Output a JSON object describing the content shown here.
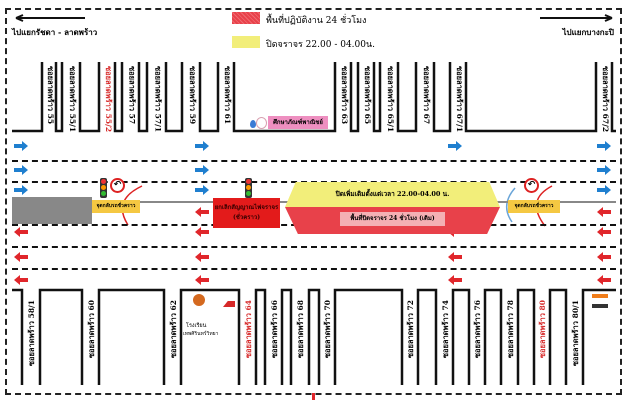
{
  "legend": [
    {
      "label": "พื้นที่ปฏิบัติงาน 24 ชั่วโมง",
      "color": "#e8414a"
    },
    {
      "label": "ปิดจราจร 22.00 - 04.00น.",
      "color": "#f2ee7a"
    }
  ],
  "directions": {
    "left": "ไปแยกรัชดา - ลาดพร้าว",
    "right": "ไปแยกบางกะปิ"
  },
  "top_sois": [
    {
      "label": "ซอยลาดพร้าว 55",
      "red": false
    },
    {
      "label": "ซอยลาดพร้าว 55/1",
      "red": false
    },
    {
      "label": "ซอยลาดพร้าว 55/2",
      "red": true
    },
    {
      "label": "ซอยลาดพร้าว 57",
      "red": false
    },
    {
      "label": "ซอยลาดพร้าว 57/1",
      "red": false
    },
    {
      "label": "ซอยลาดพร้าว 59",
      "red": false
    },
    {
      "label": "ซอยลาดพร้าว 61",
      "red": false
    },
    {
      "label": "ซอยลาดพร้าว 63",
      "red": false
    },
    {
      "label": "ซอยลาดพร้าว 65",
      "red": false
    },
    {
      "label": "ซอยลาดพร้าว 65/1",
      "red": false
    },
    {
      "label": "ซอยลาดพร้าว 67",
      "red": false
    },
    {
      "label": "ซอยลาดพร้าว 67/1",
      "red": false
    },
    {
      "label": "ซอยลาดพร้าว 67/2",
      "red": false
    }
  ],
  "bottom_sois": [
    {
      "label": "ซอยลาดพร้าว 58/1",
      "red": false
    },
    {
      "label": "ซอยลาดพร้าว 60",
      "red": false
    },
    {
      "label": "ซอยลาดพร้าว 62",
      "red": false
    },
    {
      "label": "ซอยลาดพร้าว 64",
      "red": true
    },
    {
      "label": "ซอยลาดพร้าว 66",
      "red": false
    },
    {
      "label": "ซอยลาดพร้าว 68",
      "red": false
    },
    {
      "label": "ซอยลาดพร้าว 70",
      "red": false
    },
    {
      "label": "ซอยลาดพร้าว 72",
      "red": false
    },
    {
      "label": "ซอยลาดพร้าว 74",
      "red": false
    },
    {
      "label": "ซอยลาดพร้าว 76",
      "red": false
    },
    {
      "label": "ซอยลาดพร้าว 78",
      "red": false
    },
    {
      "label": "ซอยลาดพร้าว 80",
      "red": true
    },
    {
      "label": "ซอยลาดพร้าว 80/1",
      "red": false
    }
  ],
  "landmarks": {
    "shop": "ศึกษาภัณฑ์พาณิชย์",
    "school_line1": "โรงเรียน",
    "school_line2": "เทพศิรินทร์วิทยา"
  },
  "road": {
    "uturn_left": "จุดกลับรถชั่วคราว",
    "uturn_right": "จุดกลับรถชั่วคราว",
    "signal_cancel": "ยกเลิกสัญญาณไฟจราจร (ชั่วคราว)",
    "extra_closure": "ปิดเพิ่มเติมตั้งแต่เวลา 22.00-04.00 น.",
    "closure_24h": "พื้นที่ปิดจราจร 24 ชั่วโมง (เดิม)"
  },
  "colors": {
    "inbound": "#1f7fcf",
    "outbound": "#e0262b",
    "work": "#e8414a",
    "night": "#f2ee7a",
    "uturn_box": "#f5c842"
  }
}
